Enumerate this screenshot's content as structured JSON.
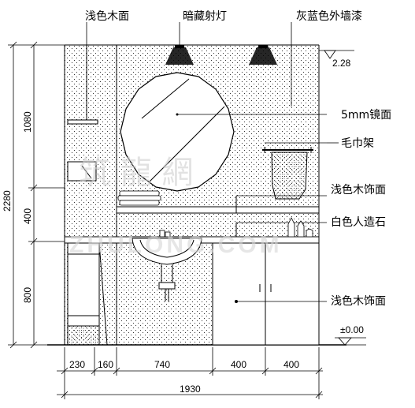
{
  "labels": {
    "light_wood_face": "浅色木面",
    "hidden_spotlight": "暗藏射灯",
    "exterior_paint": "灰蓝色外墙漆",
    "mirror": "5mm镜面",
    "towel_rack": "毛巾架",
    "wood_trim_upper": "浅色木饰面",
    "artificial_stone": "白色人造石",
    "wood_trim_lower": "浅色木饰面"
  },
  "levels": {
    "top": "2.28",
    "zero": "±0.00"
  },
  "dimensions": {
    "vertical": {
      "total": "2280",
      "upper": "1080",
      "middle": "400",
      "lower": "800"
    },
    "horizontal": {
      "total": "1930",
      "segments": [
        "230",
        "160",
        "740",
        "400",
        "400"
      ]
    }
  },
  "watermark": {
    "chinese": "筑 龍 網",
    "latin": "ZHULONG.COM"
  },
  "colors": {
    "line": "#000000",
    "dots": "#000000",
    "watermark": "#cfcfcf"
  }
}
